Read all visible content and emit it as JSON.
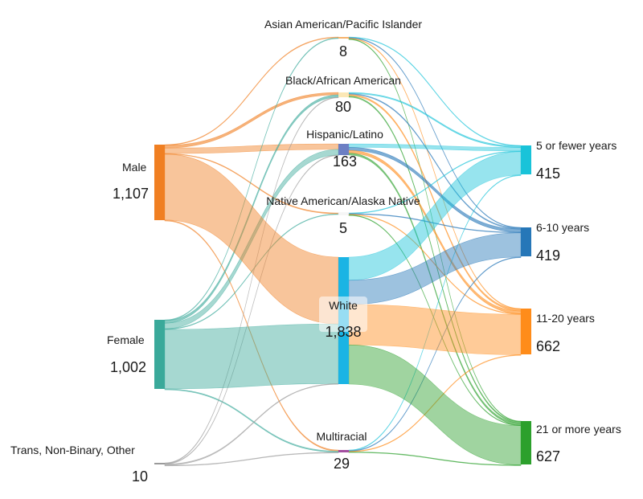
{
  "chart_data": {
    "type": "sankey",
    "colors": {
      "male": "#f07f22",
      "female": "#3aa99a",
      "trans": "#9a9a9a",
      "asian": "#f6b26b",
      "black": "#fbe8b6",
      "hispanic": "#6c7fc4",
      "native": "#ffffff",
      "white": "#1ab4e4",
      "multiracial": "#a34fa0",
      "yrs_5": "#19c3d9",
      "yrs_6_10": "#2677b8",
      "yrs_11_20": "#ff8c1a",
      "yrs_21": "#2ca02c"
    },
    "nodes": [
      {
        "id": "male",
        "label": "Male",
        "value_label": "1,107",
        "value": 1107,
        "column": 0,
        "color_key": "male"
      },
      {
        "id": "female",
        "label": "Female",
        "value_label": "1,002",
        "value": 1002,
        "column": 0,
        "color_key": "female"
      },
      {
        "id": "trans",
        "label": "Trans, Non-Binary, Other",
        "value_label": "10",
        "value": 10,
        "column": 0,
        "color_key": "trans"
      },
      {
        "id": "asian",
        "label": "Asian American/Pacific Islander",
        "value_label": "8",
        "value": 8,
        "column": 1,
        "color_key": "asian"
      },
      {
        "id": "black",
        "label": "Black/African American",
        "value_label": "80",
        "value": 80,
        "column": 1,
        "color_key": "black"
      },
      {
        "id": "hispanic",
        "label": "Hispanic/Latino",
        "value_label": "163",
        "value": 163,
        "column": 1,
        "color_key": "hispanic"
      },
      {
        "id": "native",
        "label": "Native American/Alaska Native",
        "value_label": "5",
        "value": 5,
        "column": 1,
        "color_key": "native"
      },
      {
        "id": "white",
        "label": "White",
        "value_label": "1,838",
        "value": 1838,
        "column": 1,
        "color_key": "white"
      },
      {
        "id": "multiracial",
        "label": "Multiracial",
        "value_label": "29",
        "value": 29,
        "column": 1,
        "color_key": "multiracial"
      },
      {
        "id": "yrs_5",
        "label": "5 or fewer years",
        "value_label": "415",
        "value": 415,
        "column": 2,
        "color_key": "yrs_5"
      },
      {
        "id": "yrs_6_10",
        "label": "6-10 years",
        "value_label": "419",
        "value": 419,
        "column": 2,
        "color_key": "yrs_6_10"
      },
      {
        "id": "yrs_11_20",
        "label": "11-20 years",
        "value_label": "662",
        "value": 662,
        "column": 2,
        "color_key": "yrs_11_20"
      },
      {
        "id": "yrs_21",
        "label": "21 or more years",
        "value_label": "627",
        "value": 627,
        "column": 2,
        "color_key": "yrs_21"
      }
    ],
    "links": [
      {
        "source": "male",
        "target": "asian",
        "value": 4
      },
      {
        "source": "male",
        "target": "black",
        "value": 40
      },
      {
        "source": "male",
        "target": "hispanic",
        "value": 80
      },
      {
        "source": "male",
        "target": "native",
        "value": 3
      },
      {
        "source": "male",
        "target": "white",
        "value": 966
      },
      {
        "source": "male",
        "target": "multiracial",
        "value": 14
      },
      {
        "source": "female",
        "target": "asian",
        "value": 4
      },
      {
        "source": "female",
        "target": "black",
        "value": 39
      },
      {
        "source": "female",
        "target": "hispanic",
        "value": 82
      },
      {
        "source": "female",
        "target": "native",
        "value": 2
      },
      {
        "source": "female",
        "target": "white",
        "value": 861
      },
      {
        "source": "female",
        "target": "multiracial",
        "value": 14
      },
      {
        "source": "trans",
        "target": "black",
        "value": 1
      },
      {
        "source": "trans",
        "target": "hispanic",
        "value": 1
      },
      {
        "source": "trans",
        "target": "white",
        "value": 7
      },
      {
        "source": "trans",
        "target": "multiracial",
        "value": 1
      },
      {
        "source": "asian",
        "target": "yrs_5",
        "value": 2
      },
      {
        "source": "asian",
        "target": "yrs_6_10",
        "value": 2
      },
      {
        "source": "asian",
        "target": "yrs_11_20",
        "value": 2
      },
      {
        "source": "asian",
        "target": "yrs_21",
        "value": 2
      },
      {
        "source": "black",
        "target": "yrs_5",
        "value": 20
      },
      {
        "source": "black",
        "target": "yrs_6_10",
        "value": 15
      },
      {
        "source": "black",
        "target": "yrs_11_20",
        "value": 25
      },
      {
        "source": "black",
        "target": "yrs_21",
        "value": 20
      },
      {
        "source": "hispanic",
        "target": "yrs_5",
        "value": 50
      },
      {
        "source": "hispanic",
        "target": "yrs_6_10",
        "value": 45
      },
      {
        "source": "hispanic",
        "target": "yrs_11_20",
        "value": 40
      },
      {
        "source": "hispanic",
        "target": "yrs_21",
        "value": 28
      },
      {
        "source": "native",
        "target": "yrs_5",
        "value": 1
      },
      {
        "source": "native",
        "target": "yrs_6_10",
        "value": 1
      },
      {
        "source": "native",
        "target": "yrs_11_20",
        "value": 2
      },
      {
        "source": "native",
        "target": "yrs_21",
        "value": 1
      },
      {
        "source": "white",
        "target": "yrs_5",
        "value": 335
      },
      {
        "source": "white",
        "target": "yrs_6_10",
        "value": 350
      },
      {
        "source": "white",
        "target": "yrs_11_20",
        "value": 585
      },
      {
        "source": "white",
        "target": "yrs_21",
        "value": 568
      },
      {
        "source": "multiracial",
        "target": "yrs_5",
        "value": 7
      },
      {
        "source": "multiracial",
        "target": "yrs_6_10",
        "value": 6
      },
      {
        "source": "multiracial",
        "target": "yrs_11_20",
        "value": 8
      },
      {
        "source": "multiracial",
        "target": "yrs_21",
        "value": 8
      }
    ]
  }
}
